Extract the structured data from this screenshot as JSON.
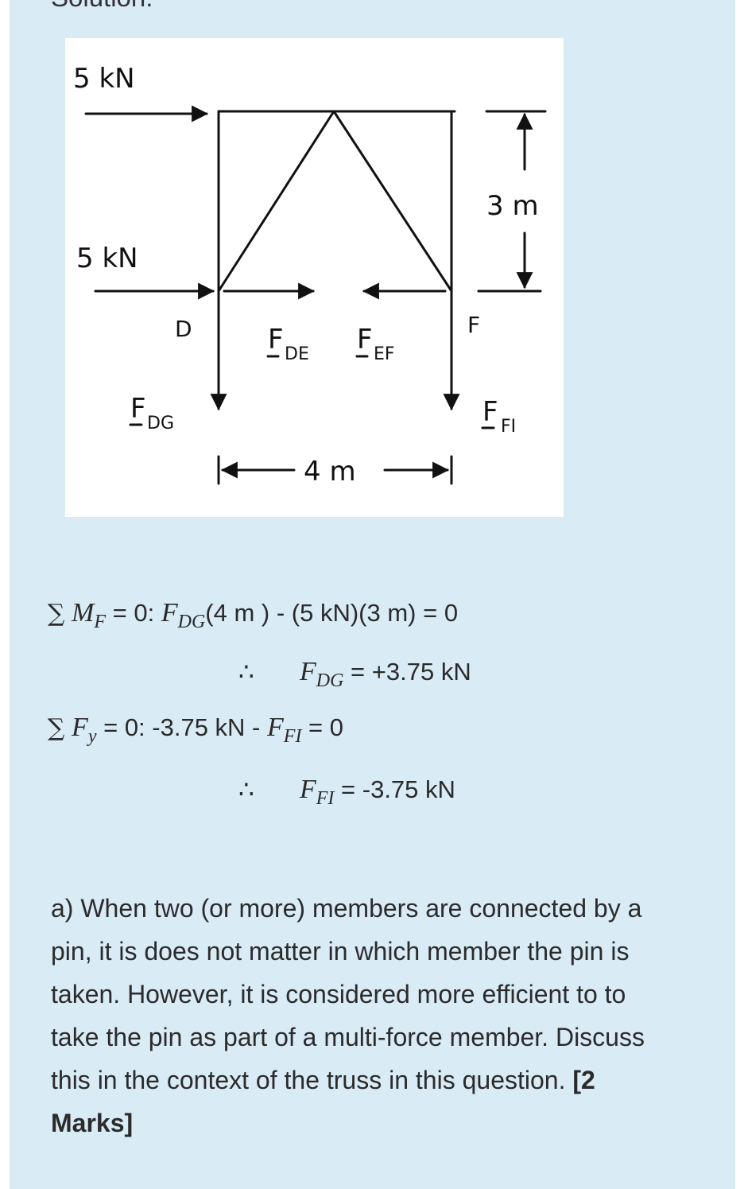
{
  "heading": "Solution:",
  "figure": {
    "load_top": "5 kN",
    "load_mid": "5 kN",
    "dim_height": "3 m",
    "dim_width": "4 m",
    "node_d": "D",
    "node_f": "F",
    "f_de": "F",
    "f_de_sub": "DE",
    "f_ef": "F",
    "f_ef_sub": "EF",
    "f_dg": "F",
    "f_dg_sub": "DG",
    "f_fi": "F",
    "f_fi_sub": "FI"
  },
  "equations": {
    "eq1": {
      "sigma": "∑",
      "m": "M",
      "m_sub": "F",
      "rest1": " = 0: ",
      "f": "F",
      "f_sub": "DG",
      "rest2": "(4 m ) - (5 kN)(3 m) = 0"
    },
    "eq2": {
      "therefore": "∴",
      "f": "F",
      "f_sub": "DG",
      "rest": " = +3.75 kN"
    },
    "eq3": {
      "sigma": "∑",
      "f": "F",
      "f_sub": "y",
      "rest1": " = 0: -3.75 kN - ",
      "f2": "F",
      "f2_sub": "FI",
      "rest2": " = 0"
    },
    "eq4": {
      "therefore": "∴",
      "f": "F",
      "f_sub": "FI",
      "rest": " = -3.75 kN"
    }
  },
  "question": {
    "text": "a) When two (or more) members are connected by a pin, it is does not matter in which member the pin is taken. However, it is considered more efficient to to take the pin as part of a multi-force member. Discuss this in the context of the truss in this question. ",
    "marks": "[2 Marks]"
  }
}
